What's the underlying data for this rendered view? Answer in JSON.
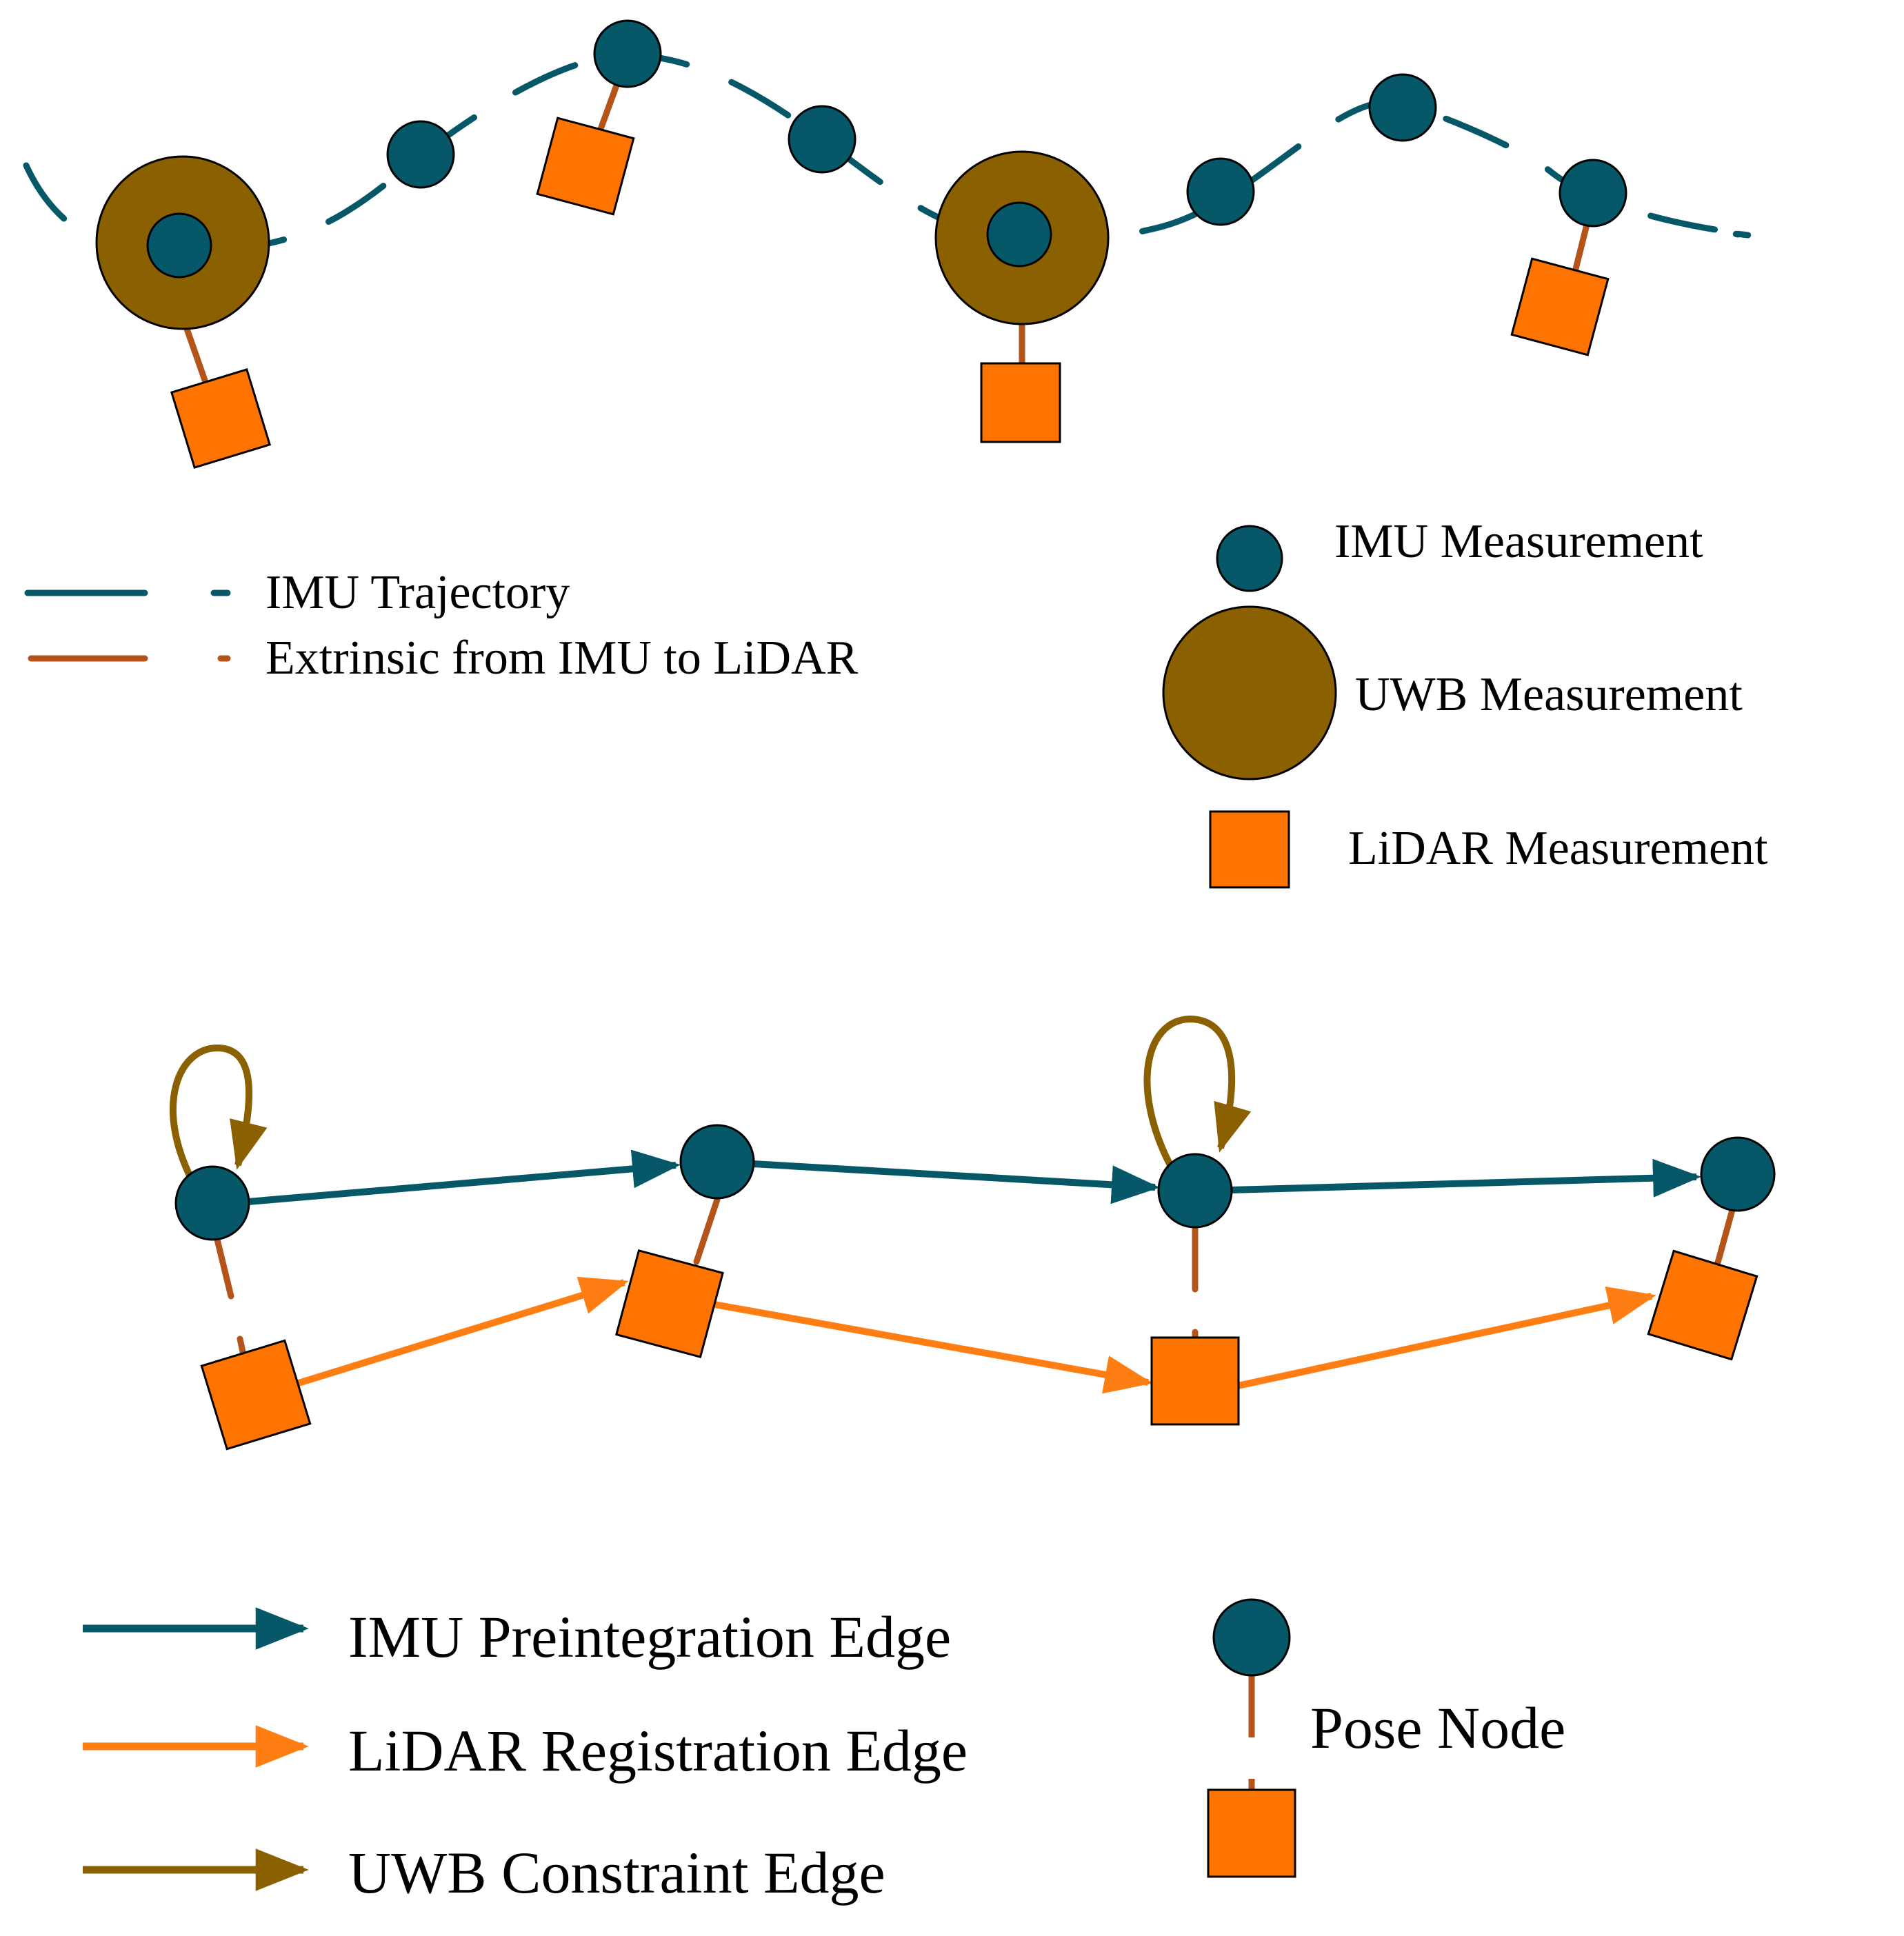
{
  "colors": {
    "imu": "#065868",
    "uwb": "#8B6000",
    "lidar": "#FF7300",
    "extrinsic": "#B5541A",
    "lidar_edge": "#FF7E13",
    "outline": "#000000"
  },
  "legend_top": {
    "imu_trajectory": "IMU Trajectory",
    "extrinsic": "Extrinsic from IMU to LiDAR",
    "imu_measurement": "IMU Measurement",
    "uwb_measurement": "UWB Measurement",
    "lidar_measurement": "LiDAR Measurement"
  },
  "legend_bottom": {
    "imu_edge": "IMU Preintegration Edge",
    "lidar_edge": "LiDAR Registration Edge",
    "uwb_edge": "UWB Constraint Edge",
    "pose_node": "Pose Node"
  }
}
